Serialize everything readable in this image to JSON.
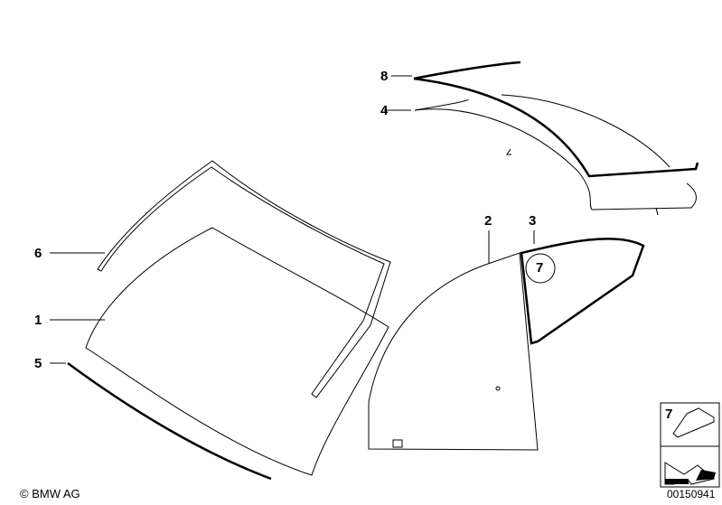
{
  "callouts": {
    "part_1": "1",
    "part_2": "2",
    "part_3": "3",
    "part_4": "4",
    "part_5": "5",
    "part_6": "6",
    "part_7": "7",
    "part_8": "8",
    "part_7_circle": "7",
    "legend_7": "7"
  },
  "footer": {
    "copyright": "© BMW AG",
    "diagram_number": "00150941"
  }
}
